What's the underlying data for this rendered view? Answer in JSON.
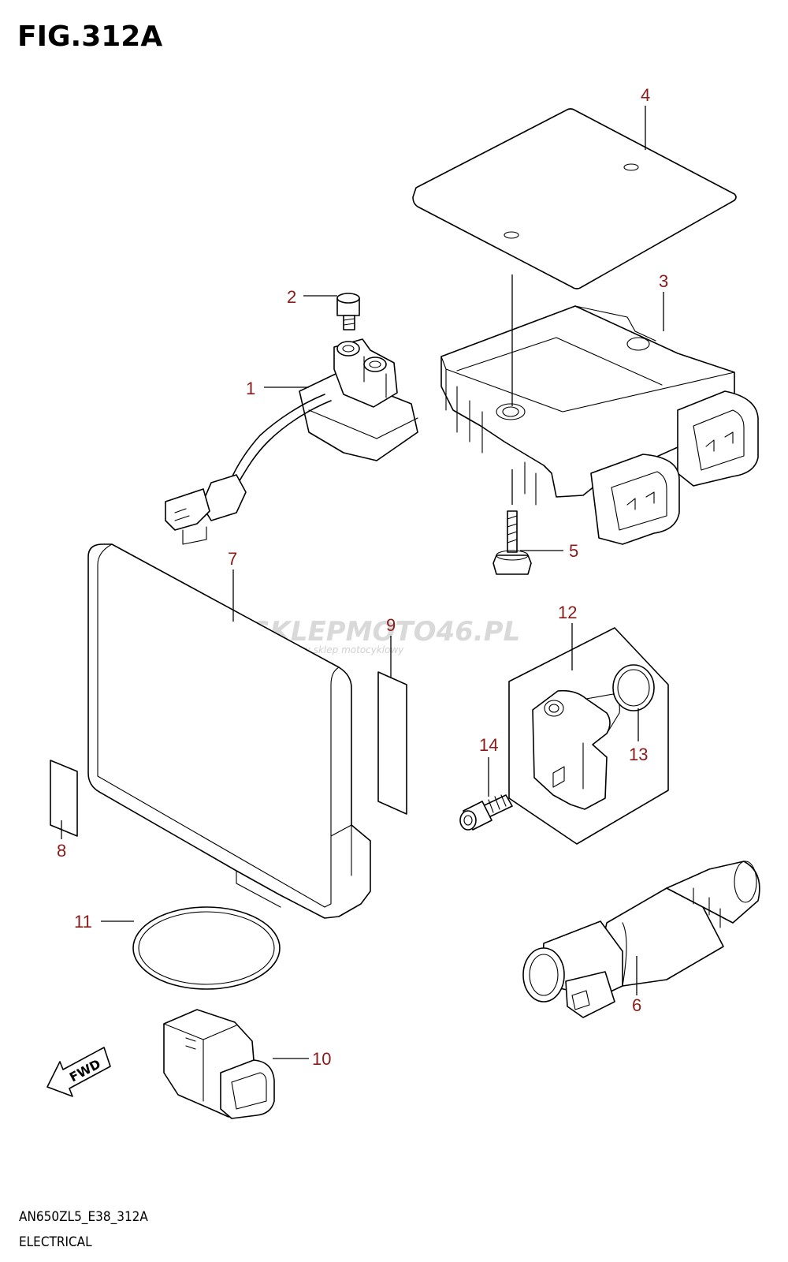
{
  "figure": {
    "title": "FIG.312A",
    "model_code": "AN650ZL5_E38_312A",
    "section": "ELECTRICAL"
  },
  "watermark": {
    "text": "SKLEPMOTO46.PL",
    "subtext": "internetowy sklep motocyklowy"
  },
  "fwd_label": "FWD",
  "callouts": [
    "1",
    "2",
    "3",
    "4",
    "5",
    "6",
    "7",
    "8",
    "9",
    "10",
    "11",
    "12",
    "13",
    "14"
  ],
  "colors": {
    "callout": "#8b1a1a",
    "line": "#000000",
    "watermark": "#d9d9d9"
  }
}
